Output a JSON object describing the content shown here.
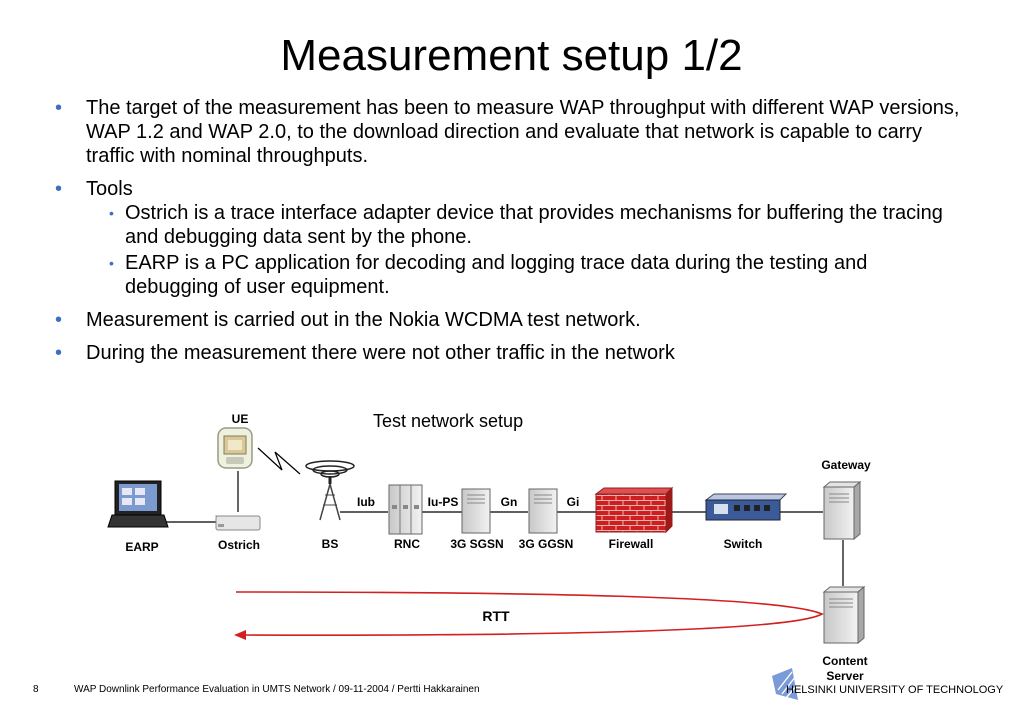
{
  "slide": {
    "title": "Measurement setup 1/2",
    "bullets": [
      "The target of the measurement has been to measure WAP throughput with different WAP versions, WAP 1.2 and WAP 2.0, to the download direction and evaluate that network is capable to carry traffic with nominal throughputs.",
      "Tools",
      "Measurement is carried out in the Nokia WCDMA test network.",
      "During the measurement there were not other traffic in the network"
    ],
    "tools_sub": [
      "Ostrich is a trace interface adapter device that provides mechanisms for buffering the tracing and debugging data sent by the phone.",
      "EARP is a PC application for decoding and logging trace data during the testing and debugging of user equipment."
    ]
  },
  "diagram": {
    "caption": "Test network setup",
    "nodes": {
      "ue": "UE",
      "earp": "EARP",
      "ostrich": "Ostrich",
      "bs": "BS",
      "rnc": "RNC",
      "sgsn": "3G SGSN",
      "ggsn": "3G GGSN",
      "firewall": "Firewall",
      "switch": "Switch",
      "gateway": "Gateway",
      "content_server": "Content Server"
    },
    "interfaces": {
      "iub": "Iub",
      "iups": "Iu-PS",
      "gn": "Gn",
      "gi": "Gi"
    },
    "rtt": "RTT",
    "colors": {
      "arrow": "#d22020",
      "firewall": "#cc2020",
      "bullet": "#3b6fc4"
    }
  },
  "footer": {
    "page": "8",
    "text": "WAP Downlink Performance Evaluation in UMTS Network / 09-11-2004 / Pertti Hakkarainen",
    "university": "HELSINKI UNIVERSITY OF TECHNOLOGY"
  }
}
